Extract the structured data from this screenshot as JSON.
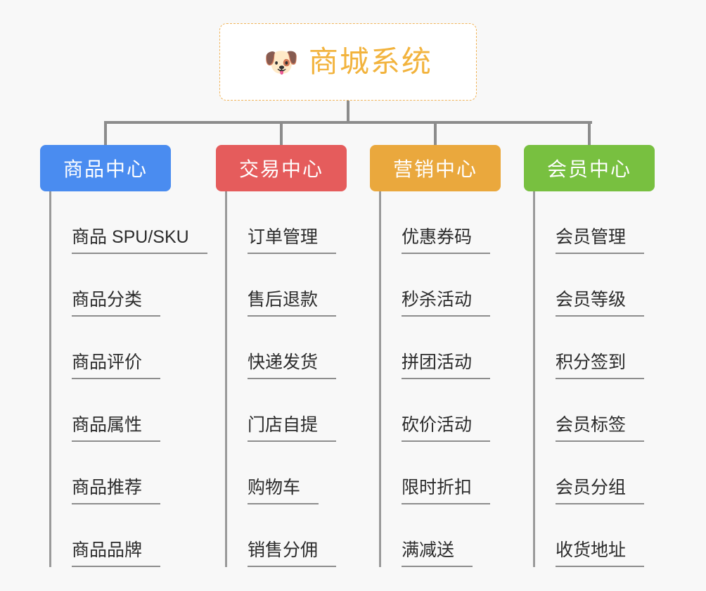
{
  "root": {
    "icon": "dog-face-icon",
    "emoji": "🐶",
    "title": "商城系统",
    "accent_color": "#f2b33d",
    "border_color": "#f0b45a",
    "background": "#ffffff"
  },
  "canvas": {
    "background": "#f8f8f8",
    "connector_color": "#8c8c8c",
    "leaf_line_color": "#8d8d8d",
    "leaf_text_color": "#2b2b2b"
  },
  "branches": [
    {
      "id": "product-center",
      "title": "商品中心",
      "color": "#4a8cf0",
      "items": [
        "商品 SPU/SKU",
        "商品分类",
        "商品评价",
        "商品属性",
        "商品推荐",
        "商品品牌"
      ]
    },
    {
      "id": "trade-center",
      "title": "交易中心",
      "color": "#e55c5c",
      "items": [
        "订单管理",
        "售后退款",
        "快递发货",
        "门店自提",
        "购物车",
        "销售分佣"
      ]
    },
    {
      "id": "marketing-center",
      "title": "营销中心",
      "color": "#eaa83d",
      "items": [
        "优惠券码",
        "秒杀活动",
        "拼团活动",
        "砍价活动",
        "限时折扣",
        "满减送"
      ]
    },
    {
      "id": "member-center",
      "title": "会员中心",
      "color": "#78c040",
      "items": [
        "会员管理",
        "会员等级",
        "积分签到",
        "会员标签",
        "会员分组",
        "收货地址"
      ]
    }
  ]
}
